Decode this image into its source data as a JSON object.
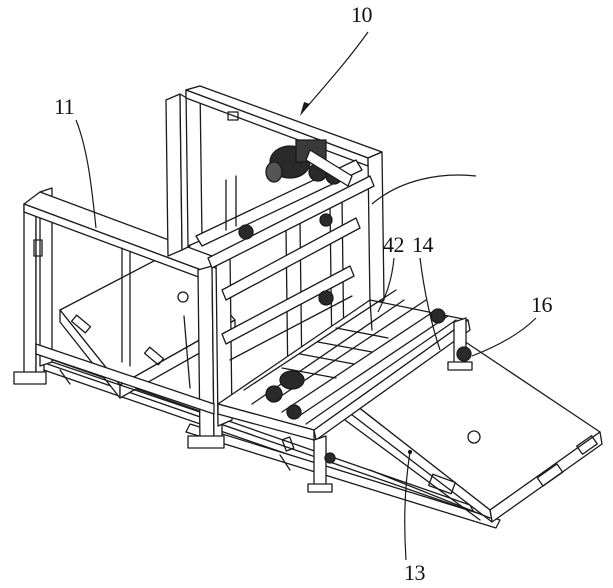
{
  "figure": {
    "labels": {
      "l10": "10",
      "l11": "11",
      "l42": "42",
      "l14": "14",
      "l16": "16",
      "l13": "13"
    },
    "colors": {
      "line": "#1a1a1a",
      "background": "#ffffff",
      "motor": "#2a2a2a"
    }
  }
}
